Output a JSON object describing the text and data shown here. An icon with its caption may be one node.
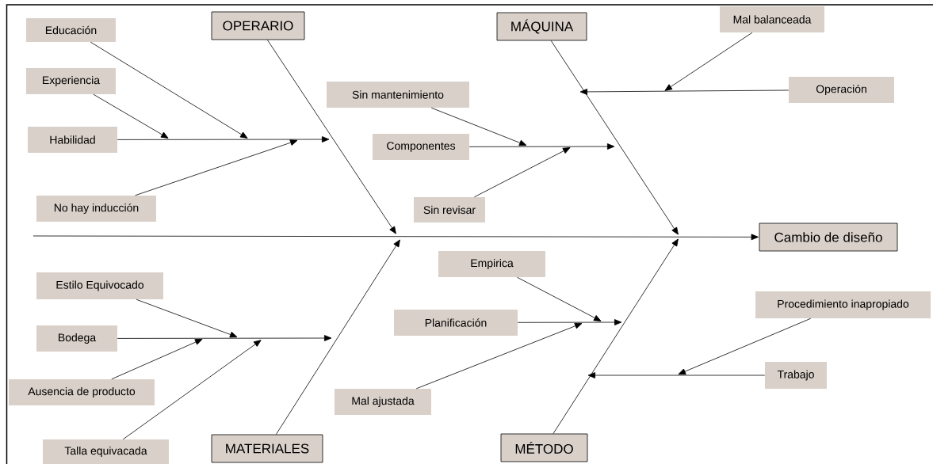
{
  "diagram": {
    "nodes": [
      {
        "text": [
          "Educación"
        ]
      },
      {
        "text": [
          "OPERARIO"
        ]
      },
      {
        "text": [
          "MÁQUINA"
        ]
      },
      {
        "text": [
          "Mal balanceada"
        ]
      },
      {
        "text": [
          "Experiencia"
        ]
      },
      {
        "text": [
          "Sin mantenimiento"
        ]
      },
      {
        "text": [
          "Operación"
        ]
      },
      {
        "text": [
          "Habilidad"
        ]
      },
      {
        "text": [
          "Componentes"
        ]
      },
      {
        "text": [
          "No hay inducción"
        ]
      },
      {
        "text": [
          "Sin revisar"
        ]
      },
      {
        "text": [
          "Cambio de diseño"
        ]
      },
      {
        "text": [
          "Estilo Equivocado"
        ]
      },
      {
        "text": [
          "Empirica"
        ]
      },
      {
        "text": [
          "Planificación"
        ]
      },
      {
        "text": [
          "Procedimiento inapropiado"
        ]
      },
      {
        "text": [
          "Bodega"
        ]
      },
      {
        "text": [
          "Trabajo"
        ]
      },
      {
        "text": [
          "Ausencia de producto"
        ]
      },
      {
        "text": [
          "Mal ajustada"
        ]
      },
      {
        "text": [
          "Talla equivacada"
        ]
      },
      {
        "text": [
          "MATERIALES"
        ]
      },
      {
        "text": [
          "MÉTODO"
        ]
      }
    ],
    "edges": [
      {
        "from": null,
        "to": 11,
        "arrow": "to"
      },
      {
        "from": 1,
        "to": null,
        "arrow": "to"
      },
      {
        "from": 2,
        "to": null,
        "arrow": "to"
      },
      {
        "from": 21,
        "to": null,
        "arrow": "to"
      },
      {
        "from": 22,
        "to": null,
        "arrow": "to"
      },
      {
        "from": 7,
        "to": null,
        "arrow": "to"
      },
      {
        "from": 0,
        "to": null,
        "arrow": "to"
      },
      {
        "from": 4,
        "to": null,
        "arrow": "to"
      },
      {
        "from": 9,
        "to": null,
        "arrow": "to"
      },
      {
        "from": 8,
        "to": null,
        "arrow": "to"
      },
      {
        "from": 5,
        "to": null,
        "arrow": "to"
      },
      {
        "from": 10,
        "to": null,
        "arrow": "to"
      },
      {
        "from": 6,
        "to": null,
        "arrow": "to"
      },
      {
        "from": 3,
        "to": null,
        "arrow": "to"
      },
      {
        "from": 16,
        "to": null,
        "arrow": "to"
      },
      {
        "from": 12,
        "to": null,
        "arrow": "to"
      },
      {
        "from": 18,
        "to": null,
        "arrow": "to"
      },
      {
        "from": 20,
        "to": null,
        "arrow": "to"
      },
      {
        "from": 14,
        "to": null,
        "arrow": "to"
      },
      {
        "from": 13,
        "to": null,
        "arrow": "to"
      },
      {
        "from": 19,
        "to": null,
        "arrow": "to"
      },
      {
        "from": 17,
        "to": null,
        "arrow": "to"
      },
      {
        "from": 15,
        "to": null,
        "arrow": "to"
      }
    ]
  }
}
